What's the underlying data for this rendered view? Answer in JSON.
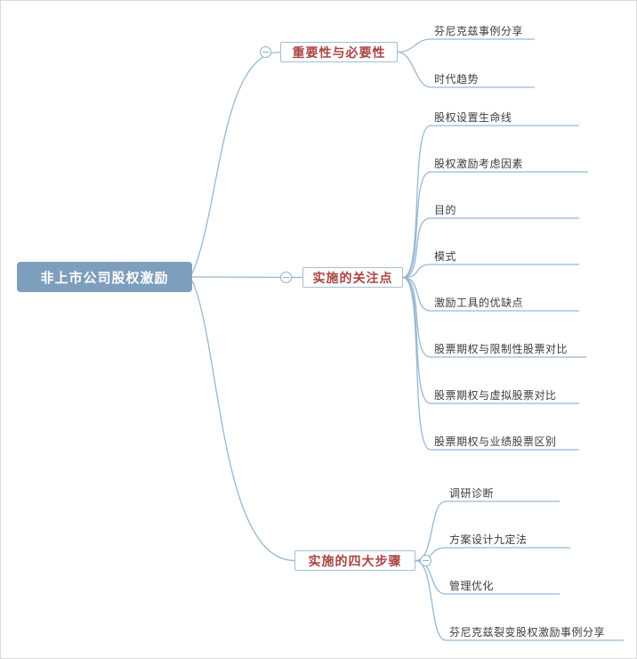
{
  "colors": {
    "background": "#FFFFFF",
    "page_border": "#D9D9D9",
    "root_fill": "#7E9EBD",
    "root_text": "#FFFFFF",
    "branch_border": "#A2BFD6",
    "branch_text": "#A94442",
    "subtopic_text": "#3C3C3C",
    "connector_line": "#96B8D3"
  },
  "root": {
    "label": "非上市公司股权激励"
  },
  "branches": [
    {
      "label": "重要性与必要性",
      "collapse_icon": "minus",
      "children": [
        "芬尼克兹事例分享",
        "时代趋势"
      ]
    },
    {
      "label": "实施的关注点",
      "collapse_icon": "minus",
      "children": [
        "股权设置生命线",
        "股权激励考虑因素",
        "目的",
        "模式",
        "激励工具的优缺点",
        "股票期权与限制性股票对比",
        "股票期权与虚拟股票对比",
        "股票期权与业绩股票区别"
      ]
    },
    {
      "label": "实施的四大步骤",
      "collapse_icon": "minus",
      "children": [
        "调研诊断",
        "方案设计九定法",
        "管理优化",
        "芬尼克兹裂变股权激励事例分享"
      ]
    }
  ]
}
